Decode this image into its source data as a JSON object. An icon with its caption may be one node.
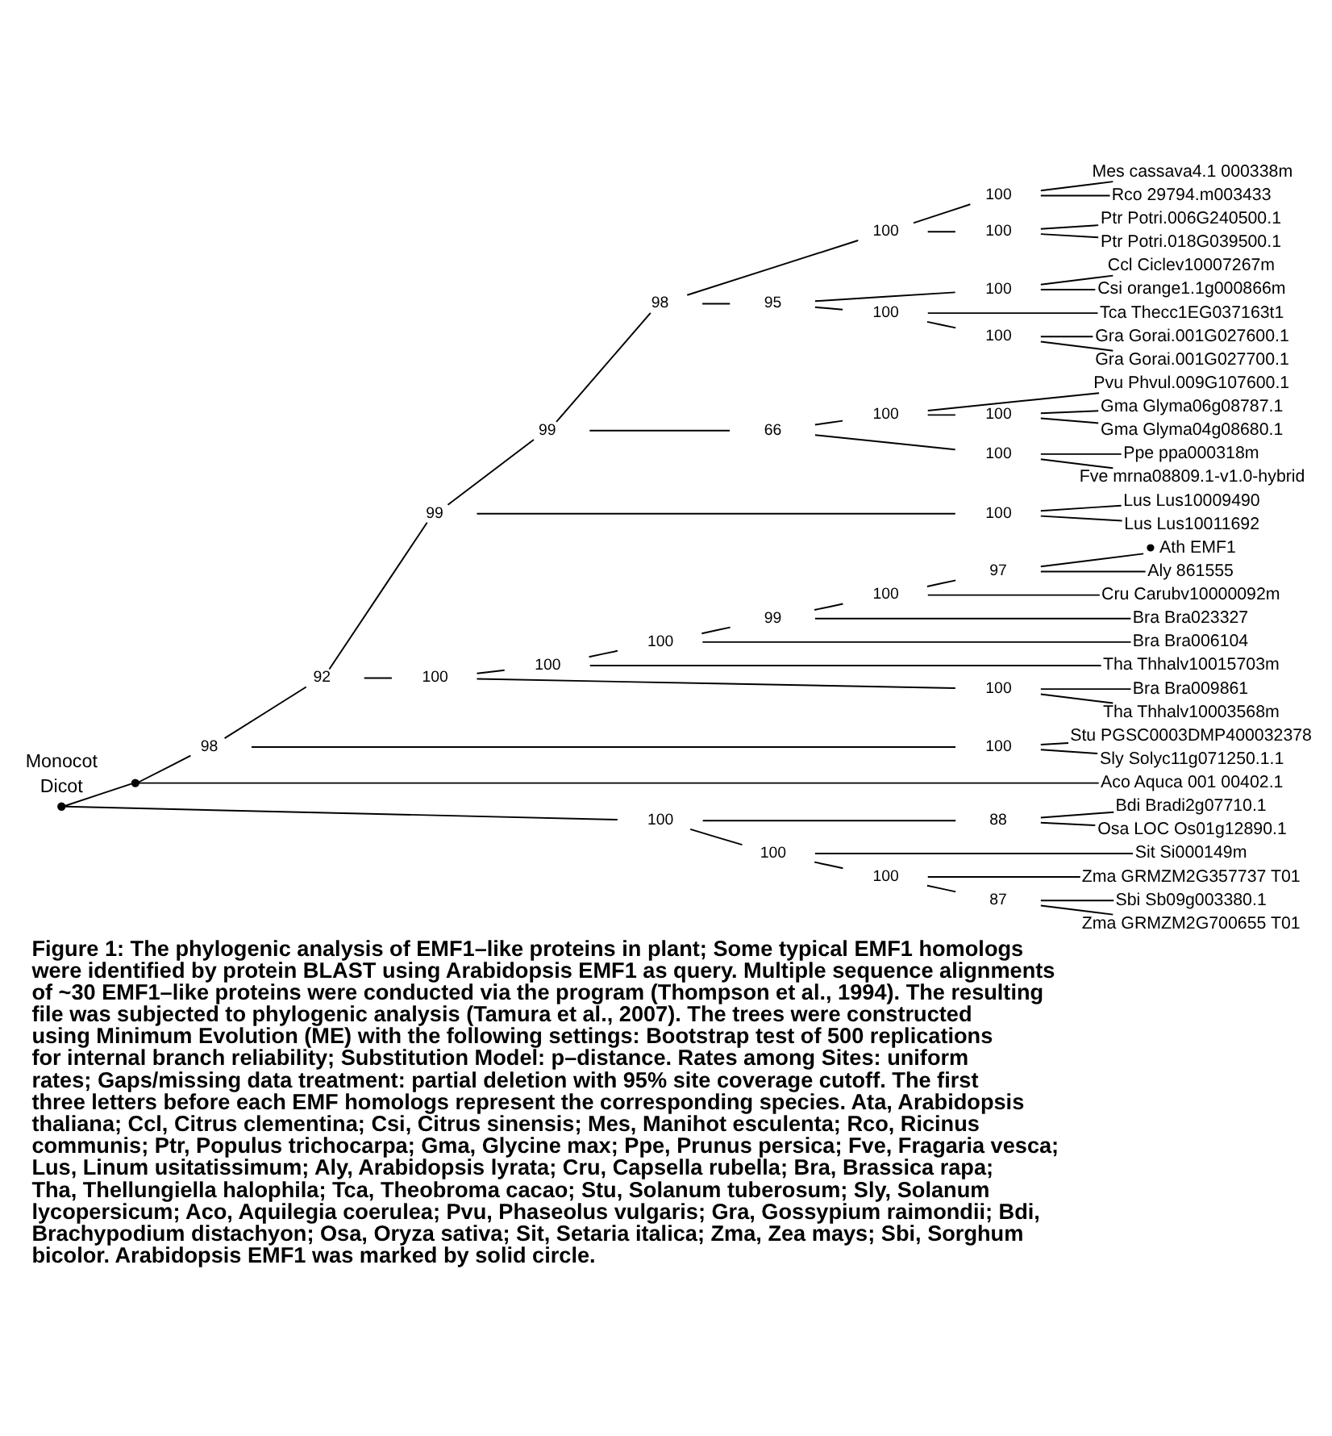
{
  "diagram": {
    "caption": "Figure 1: The phylogenic analysis of EMF1–like proteins in plant; Some typical EMF1 homologs were identified by protein BLAST using Arabidopsis EMF1 as query. Multiple sequence alignments of ~30 EMF1–like proteins were conducted via the program (Thompson et al., 1994). The resulting file was subjected to phylogenic analysis (Tamura et al., 2007). The trees were constructed using Minimum Evolution (ME) with the following settings: Bootstrap test of 500 replications for internal branch reliability; Substitution Model: p–distance. Rates among Sites: uniform rates; Gaps/missing data treatment: partial deletion with 95% site coverage cutoff. The first three letters before each EMF homologs represent the corresponding species. Ata, Arabidopsis thaliana; Ccl, Citrus clementina; Csi, Citrus sinensis; Mes, Manihot esculenta; Rco, Ricinus communis; Ptr, Populus trichocarpa; Gma, Glycine max; Ppe, Prunus persica; Fve, Fragaria vesca; Lus, Linum usitatissimum; Aly, Arabidopsis lyrata; Cru, Capsella rubella; Bra, Brassica rapa; Tha, Thellungiella halophila; Tca, Theobroma cacao; Stu, Solanum tuberosum; Sly, Solanum lycopersicum; Aco, Aquilegia coerulea; Pvu, Phaseolus vulgaris; Gra, Gossypium raimondii; Bdi, Brachypodium distachyon; Osa, Oryza sativa; Sit, Setaria italica; Zma, Zea mays; Sbi, Sorghum bicolor. Arabidopsis EMF1 was marked by solid circle.",
    "nodes": [
      {
        "text": [],
        "shape": "point"
      },
      {
        "text": [],
        "shape": "point"
      },
      {
        "text": [
          "98"
        ]
      },
      {
        "text": [
          "92"
        ]
      },
      {
        "text": [
          "99"
        ]
      },
      {
        "text": [
          "99"
        ]
      },
      {
        "text": [
          "98"
        ]
      },
      {
        "text": [
          "100"
        ]
      },
      {
        "text": [
          "100"
        ]
      },
      {
        "text": [
          "Mes cassava4.1 000338m"
        ]
      },
      {
        "text": [
          "Rco 29794.m003433"
        ]
      },
      {
        "text": [
          "100"
        ]
      },
      {
        "text": [
          "Ptr Potri.006G240500.1"
        ]
      },
      {
        "text": [
          "Ptr Potri.018G039500.1"
        ]
      },
      {
        "text": [
          "95"
        ]
      },
      {
        "text": [
          "100"
        ]
      },
      {
        "text": [
          "Ccl Ciclev10007267m"
        ]
      },
      {
        "text": [
          "Csi orange1.1g000866m"
        ]
      },
      {
        "text": [
          "100"
        ]
      },
      {
        "text": [
          "Tca Thecc1EG037163t1"
        ]
      },
      {
        "text": [
          "100"
        ]
      },
      {
        "text": [
          "Gra Gorai.001G027600.1"
        ]
      },
      {
        "text": [
          "Gra Gorai.001G027700.1"
        ]
      },
      {
        "text": [
          "66"
        ]
      },
      {
        "text": [
          "100"
        ]
      },
      {
        "text": [
          "Pvu Phvul.009G107600.1"
        ]
      },
      {
        "text": [
          "100"
        ]
      },
      {
        "text": [
          "Gma Glyma06g08787.1"
        ]
      },
      {
        "text": [
          "Gma Glyma04g08680.1"
        ]
      },
      {
        "text": [
          "100"
        ]
      },
      {
        "text": [
          "Ppe ppa000318m"
        ]
      },
      {
        "text": [
          "Fve mrna08809.1-v1.0-hybrid"
        ]
      },
      {
        "text": [
          "100"
        ]
      },
      {
        "text": [
          "Lus Lus10009490"
        ]
      },
      {
        "text": [
          "Lus Lus10011692"
        ]
      },
      {
        "text": [
          "100"
        ]
      },
      {
        "text": [
          "100"
        ]
      },
      {
        "text": [
          "100"
        ]
      },
      {
        "text": [
          "99"
        ]
      },
      {
        "text": [
          "100"
        ]
      },
      {
        "text": [
          "97"
        ]
      },
      {
        "text": [
          "● Ath EMF1"
        ]
      },
      {
        "text": [
          "Aly 861555"
        ]
      },
      {
        "text": [
          "Cru Carubv10000092m"
        ]
      },
      {
        "text": [
          "Bra Bra023327"
        ]
      },
      {
        "text": [
          "Bra Bra006104"
        ]
      },
      {
        "text": [
          "Tha Thhalv10015703m"
        ]
      },
      {
        "text": [
          "100"
        ]
      },
      {
        "text": [
          "Bra Bra009861"
        ]
      },
      {
        "text": [
          "Tha Thhalv10003568m"
        ]
      },
      {
        "text": [
          "100"
        ]
      },
      {
        "text": [
          "Stu PGSC0003DMP400032378"
        ]
      },
      {
        "text": [
          "Sly Solyc11g071250.1.1"
        ]
      },
      {
        "text": [
          "Aco Aquca 001 00402.1"
        ]
      },
      {
        "text": [
          "100"
        ]
      },
      {
        "text": [
          "88"
        ]
      },
      {
        "text": [
          "Bdi Bradi2g07710.1"
        ]
      },
      {
        "text": [
          "Osa LOC Os01g12890.1"
        ]
      },
      {
        "text": [
          "100"
        ]
      },
      {
        "text": [
          "Sit Si000149m"
        ]
      },
      {
        "text": [
          "100"
        ]
      },
      {
        "text": [
          "Zma GRMZM2G357737 T01"
        ]
      },
      {
        "text": [
          "87"
        ]
      },
      {
        "text": [
          "Sbi Sb09g003380.1"
        ]
      },
      {
        "text": [
          "Zma GRMZM2G700655 T01"
        ]
      }
    ],
    "edges": [
      {
        "from": 0,
        "to": 1,
        "arrow": "none"
      },
      {
        "from": 0,
        "to": 54,
        "arrow": "none"
      },
      {
        "from": 1,
        "to": 2,
        "arrow": "none"
      },
      {
        "from": 1,
        "to": 53,
        "arrow": "none"
      },
      {
        "from": 2,
        "to": 3,
        "arrow": "none"
      },
      {
        "from": 2,
        "to": 50,
        "arrow": "none"
      },
      {
        "from": 3,
        "to": 4,
        "arrow": "none"
      },
      {
        "from": 3,
        "to": 35,
        "arrow": "none"
      },
      {
        "from": 4,
        "to": 5,
        "arrow": "none"
      },
      {
        "from": 4,
        "to": 32,
        "arrow": "none"
      },
      {
        "from": 5,
        "to": 6,
        "arrow": "none"
      },
      {
        "from": 5,
        "to": 23,
        "arrow": "none"
      },
      {
        "from": 6,
        "to": 7,
        "arrow": "none"
      },
      {
        "from": 6,
        "to": 14,
        "arrow": "none"
      },
      {
        "from": 7,
        "to": 8,
        "arrow": "none"
      },
      {
        "from": 7,
        "to": 11,
        "arrow": "none"
      },
      {
        "from": 8,
        "to": 9,
        "arrow": "none"
      },
      {
        "from": 8,
        "to": 10,
        "arrow": "none"
      },
      {
        "from": 11,
        "to": 12,
        "arrow": "none"
      },
      {
        "from": 11,
        "to": 13,
        "arrow": "none"
      },
      {
        "from": 14,
        "to": 15,
        "arrow": "none"
      },
      {
        "from": 14,
        "to": 18,
        "arrow": "none"
      },
      {
        "from": 15,
        "to": 16,
        "arrow": "none"
      },
      {
        "from": 15,
        "to": 17,
        "arrow": "none"
      },
      {
        "from": 18,
        "to": 19,
        "arrow": "none"
      },
      {
        "from": 18,
        "to": 20,
        "arrow": "none"
      },
      {
        "from": 20,
        "to": 21,
        "arrow": "none"
      },
      {
        "from": 20,
        "to": 22,
        "arrow": "none"
      },
      {
        "from": 23,
        "to": 24,
        "arrow": "none"
      },
      {
        "from": 23,
        "to": 29,
        "arrow": "none"
      },
      {
        "from": 24,
        "to": 25,
        "arrow": "none"
      },
      {
        "from": 24,
        "to": 26,
        "arrow": "none"
      },
      {
        "from": 26,
        "to": 27,
        "arrow": "none"
      },
      {
        "from": 26,
        "to": 28,
        "arrow": "none"
      },
      {
        "from": 29,
        "to": 30,
        "arrow": "none"
      },
      {
        "from": 29,
        "to": 31,
        "arrow": "none"
      },
      {
        "from": 32,
        "to": 33,
        "arrow": "none"
      },
      {
        "from": 32,
        "to": 34,
        "arrow": "none"
      },
      {
        "from": 35,
        "to": 36,
        "arrow": "none"
      },
      {
        "from": 35,
        "to": 47,
        "arrow": "none"
      },
      {
        "from": 36,
        "to": 37,
        "arrow": "none"
      },
      {
        "from": 36,
        "to": 46,
        "arrow": "none"
      },
      {
        "from": 37,
        "to": 38,
        "arrow": "none"
      },
      {
        "from": 37,
        "to": 45,
        "arrow": "none"
      },
      {
        "from": 38,
        "to": 39,
        "arrow": "none"
      },
      {
        "from": 38,
        "to": 44,
        "arrow": "none"
      },
      {
        "from": 39,
        "to": 40,
        "arrow": "none"
      },
      {
        "from": 39,
        "to": 43,
        "arrow": "none"
      },
      {
        "from": 40,
        "to": 41,
        "arrow": "none"
      },
      {
        "from": 40,
        "to": 42,
        "arrow": "none"
      },
      {
        "from": 47,
        "to": 48,
        "arrow": "none"
      },
      {
        "from": 47,
        "to": 49,
        "arrow": "none"
      },
      {
        "from": 50,
        "to": 51,
        "arrow": "none"
      },
      {
        "from": 50,
        "to": 52,
        "arrow": "none"
      },
      {
        "from": 54,
        "to": 55,
        "arrow": "none"
      },
      {
        "from": 54,
        "to": 58,
        "arrow": "none"
      },
      {
        "from": 55,
        "to": 56,
        "arrow": "none"
      },
      {
        "from": 55,
        "to": 57,
        "arrow": "none"
      },
      {
        "from": 58,
        "to": 59,
        "arrow": "none"
      },
      {
        "from": 58,
        "to": 60,
        "arrow": "none"
      },
      {
        "from": 60,
        "to": 61,
        "arrow": "none"
      },
      {
        "from": 60,
        "to": 62,
        "arrow": "none"
      },
      {
        "from": 62,
        "to": 63,
        "arrow": "none"
      },
      {
        "from": 62,
        "to": 64,
        "arrow": "none"
      }
    ],
    "labels": [
      "Dicot",
      "Monocot"
    ]
  }
}
